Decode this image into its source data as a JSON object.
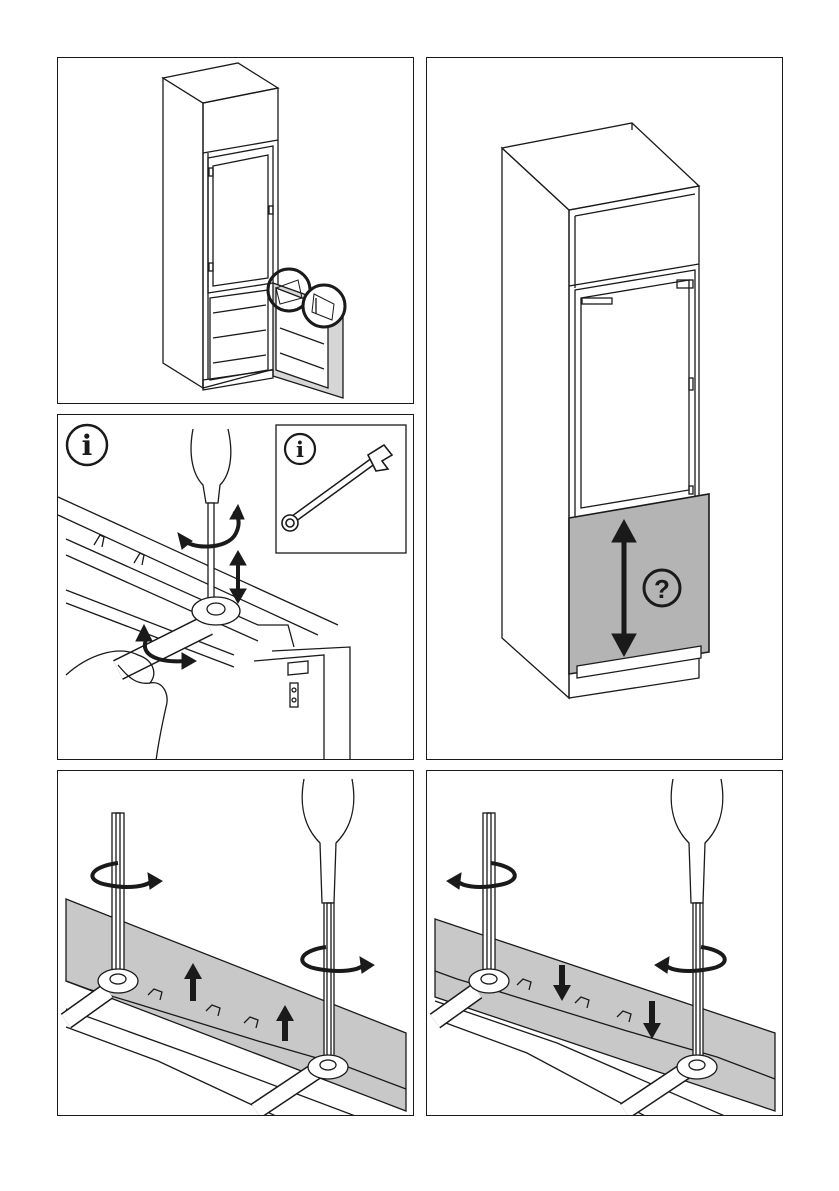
{
  "page": {
    "background": "#ffffff",
    "line_color": "#1a1a1a",
    "panel_shade": "#c8c8c8",
    "door_shade": "#b4b4b4"
  },
  "panels": [
    {
      "id": "p1",
      "name": "appliance-in-cabinet-overview",
      "icons": [
        "magnifier-circle-icon",
        "magnifier-circle-icon"
      ]
    },
    {
      "id": "p2",
      "name": "door-height-adjust",
      "icons": [
        "double-arrow-vertical-icon",
        "question-mark-icon"
      ],
      "question_glyph": "?"
    },
    {
      "id": "p3",
      "name": "screw-adjust-with-wrench",
      "icons": [
        "info-icon",
        "info-icon",
        "wrench-icon",
        "screwdriver-icon",
        "rotate-arrow-icon",
        "double-arrow-vertical-icon"
      ],
      "info_glyph": "i"
    },
    {
      "id": "p4",
      "name": "raise-door-step",
      "icons": [
        "screwdriver-icon",
        "screwdriver-icon",
        "rotate-clockwise-icon",
        "rotate-clockwise-icon",
        "arrow-up-icon",
        "arrow-up-icon"
      ]
    },
    {
      "id": "p5",
      "name": "lower-door-step",
      "icons": [
        "screwdriver-icon",
        "screwdriver-icon",
        "rotate-counterclockwise-icon",
        "rotate-counterclockwise-icon",
        "arrow-down-icon",
        "arrow-down-icon"
      ]
    }
  ]
}
